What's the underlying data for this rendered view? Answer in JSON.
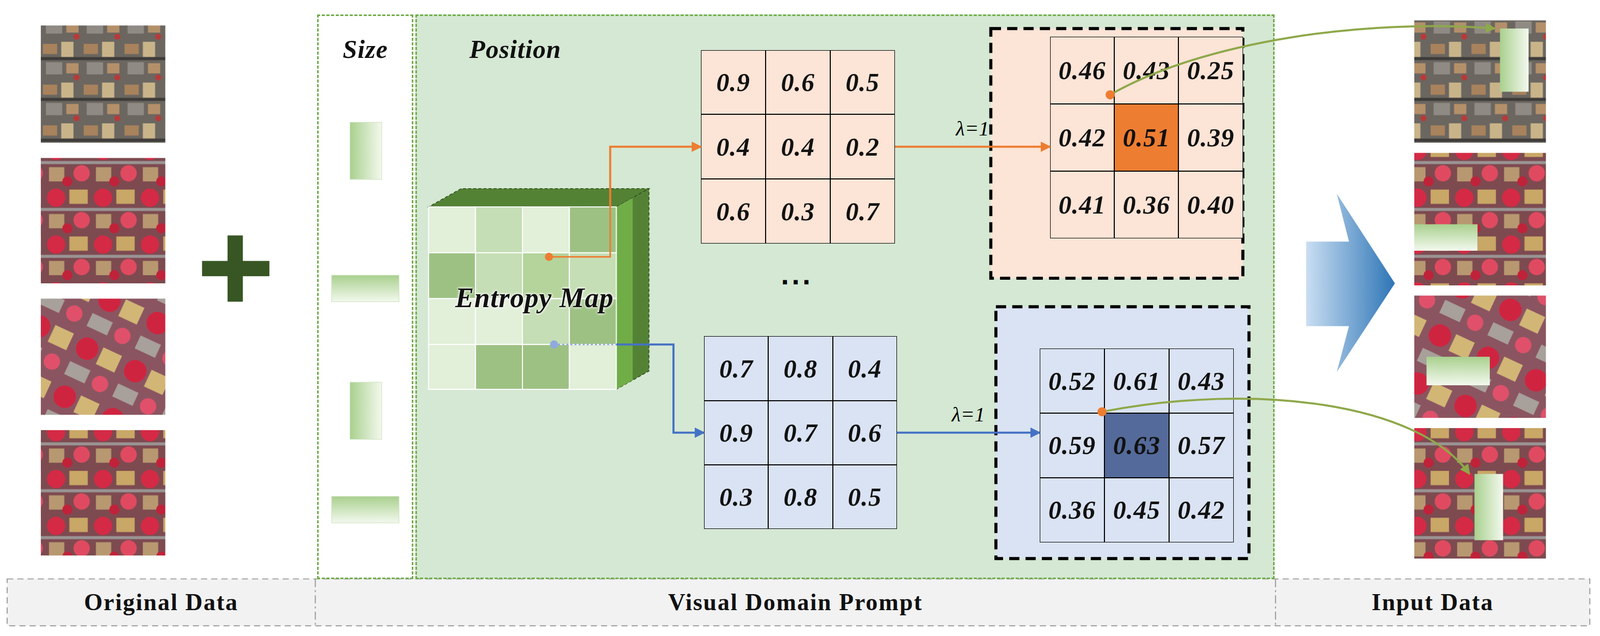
{
  "diagram": {
    "nodes": [
      {
        "text": [
          "Size"
        ]
      },
      {
        "text": [
          "Position"
        ]
      },
      {
        "text": [
          "Entropy Map"
        ],
        "in": 1
      },
      {
        "text": [
          "0.9"
        ],
        "in": 1
      },
      {
        "text": [
          "0.6"
        ],
        "in": 1
      },
      {
        "text": [
          "0.5"
        ],
        "in": 1
      },
      {
        "text": [
          "0.4"
        ],
        "in": 1
      },
      {
        "text": [
          "0.4"
        ],
        "in": 1
      },
      {
        "text": [
          "0.2"
        ],
        "in": 1
      },
      {
        "text": [
          "0.6"
        ],
        "in": 1
      },
      {
        "text": [
          "0.3"
        ],
        "in": 1
      },
      {
        "text": [
          "0.7"
        ],
        "in": 1
      },
      {
        "text": [
          "0.46"
        ],
        "in": 1
      },
      {
        "text": [
          "0.43"
        ],
        "in": 1
      },
      {
        "text": [
          "0.25"
        ],
        "in": 1
      },
      {
        "text": [
          "0.42"
        ],
        "in": 1
      },
      {
        "text": [
          "0.51"
        ],
        "in": 1
      },
      {
        "text": [
          "0.39"
        ],
        "in": 1
      },
      {
        "text": [
          "0.41"
        ],
        "in": 1
      },
      {
        "text": [
          "0.36"
        ],
        "in": 1
      },
      {
        "text": [
          "0.40"
        ],
        "in": 1
      },
      {
        "text": [
          "0.7"
        ],
        "in": 1
      },
      {
        "text": [
          "0.8"
        ],
        "in": 1
      },
      {
        "text": [
          "0.4"
        ],
        "in": 1
      },
      {
        "text": [
          "0.9"
        ],
        "in": 1
      },
      {
        "text": [
          "0.7"
        ],
        "in": 1
      },
      {
        "text": [
          "0.6"
        ],
        "in": 1
      },
      {
        "text": [
          "0.3"
        ],
        "in": 1
      },
      {
        "text": [
          "0.8"
        ],
        "in": 1
      },
      {
        "text": [
          "0.5"
        ],
        "in": 1
      },
      {
        "text": [
          "0.52"
        ],
        "in": 1
      },
      {
        "text": [
          "0.61"
        ],
        "in": 1
      },
      {
        "text": [
          "0.43"
        ],
        "in": 1
      },
      {
        "text": [
          "0.59"
        ],
        "in": 1
      },
      {
        "text": [
          "0.63"
        ],
        "in": 1
      },
      {
        "text": [
          "0.57"
        ],
        "in": 1
      },
      {
        "text": [
          "0.36"
        ],
        "in": 1
      },
      {
        "text": [
          "0.45"
        ],
        "in": 1
      },
      {
        "text": [
          "0.42"
        ],
        "in": 1
      },
      {
        "text": [
          "Original Data"
        ]
      },
      {
        "text": [
          "Visual Domain Prompt"
        ]
      },
      {
        "text": [
          "Input Data"
        ]
      }
    ],
    "edges": [
      {
        "from": 2,
        "to": 6,
        "arrow": "to"
      },
      {
        "from": 8,
        "to": 15,
        "label": "λ=1",
        "arrow": "to"
      },
      {
        "from": 2,
        "to": 24,
        "arrow": "to"
      },
      {
        "from": 26,
        "to": 33,
        "label": "λ=1",
        "arrow": "to"
      }
    ],
    "labels": [
      "..."
    ]
  }
}
